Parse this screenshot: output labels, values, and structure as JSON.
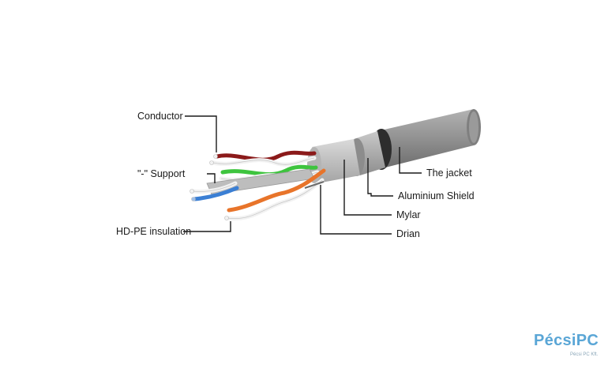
{
  "labels": {
    "conductor": "Conductor",
    "support": "\"-\" Support",
    "insulation": "HD-PE insulation",
    "jacket": "The jacket",
    "aluminium_shield": "Aluminium Shield",
    "mylar": "Mylar",
    "drain": "Drian"
  },
  "logo": {
    "text": "PécsiPC",
    "subtext": "Pécsi PC Kft."
  },
  "colors": {
    "jacket": "#8f8f8f",
    "shield": "#a9a9a9",
    "wire_brown": "#8b1a1a",
    "wire_green": "#3ec43e",
    "wire_blue": "#3b7fd4",
    "wire_orange": "#e8742a",
    "logo": "#5aa6d6"
  }
}
